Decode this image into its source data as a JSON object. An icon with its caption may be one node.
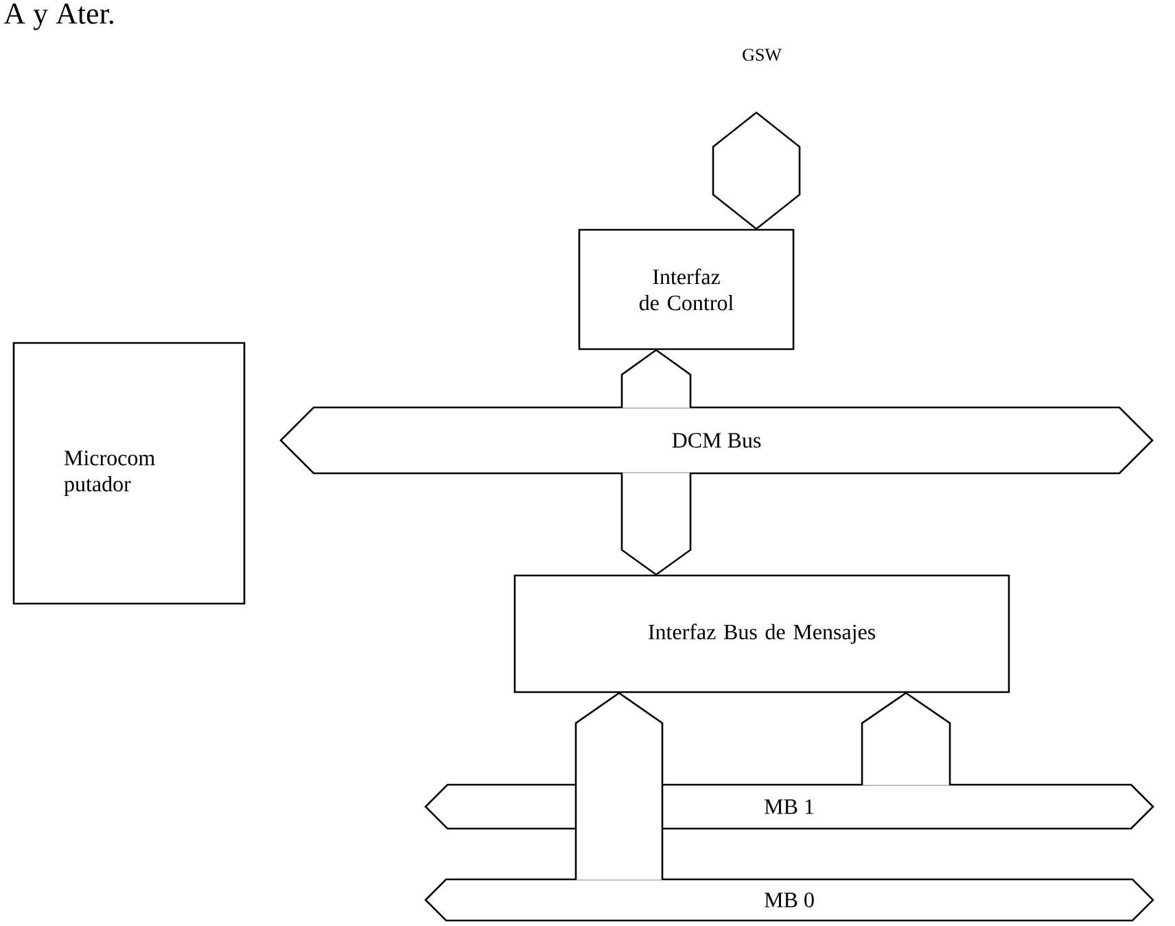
{
  "diagram": {
    "nodes": [
      {
        "text": [
          "Interfaz de Control"
        ]
      },
      {
        "text": [
          "Microcom putador"
        ]
      },
      {
        "text": [
          "Interfaz Bus de Mensajes"
        ]
      },
      {
        "text": [
          "GSW"
        ]
      },
      {
        "text": [
          "DCM Bus"
        ]
      },
      {
        "text": [
          "MB 1"
        ]
      },
      {
        "text": [
          "MB 0"
        ]
      }
    ],
    "edges": [
      {
        "from": 3,
        "to": 0,
        "arrow": "both"
      },
      {
        "from": 4,
        "to": 0,
        "arrow": "to"
      },
      {
        "from": 4,
        "to": 2,
        "arrow": "to"
      },
      {
        "from": 5,
        "to": 2,
        "arrow": "to"
      },
      {
        "from": 6,
        "to": 2,
        "arrow": "to"
      }
    ],
    "labels": [
      "A y Ater."
    ]
  }
}
